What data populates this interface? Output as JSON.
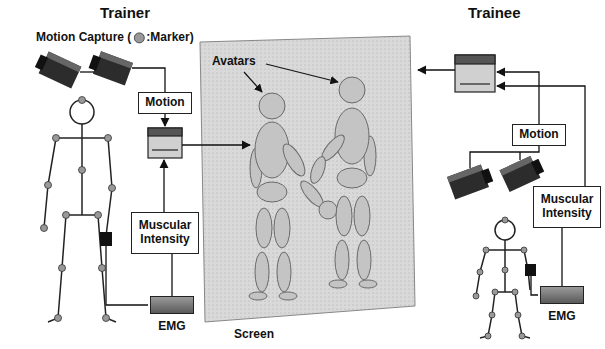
{
  "diagram": {
    "nodes": [
      {
        "text": [
          "Motion"
        ]
      },
      {
        "text": [
          "Muscular Intensity"
        ]
      },
      {
        "text": [
          "EMG"
        ]
      },
      {
        "text": [
          "Screen"
        ]
      },
      {
        "text": [
          "Motion"
        ]
      },
      {
        "text": [
          "Muscular Intensity"
        ]
      },
      {
        "text": [
          "EMG"
        ]
      }
    ],
    "edges": [
      {
        "from": 2,
        "to": 1,
        "arrow": "none"
      },
      {
        "from": 6,
        "to": 5,
        "arrow": "none"
      }
    ],
    "labels": [
      "Trainer",
      "Trainee",
      "Motion Capture (",
      ":Marker)",
      "Avatars"
    ]
  }
}
